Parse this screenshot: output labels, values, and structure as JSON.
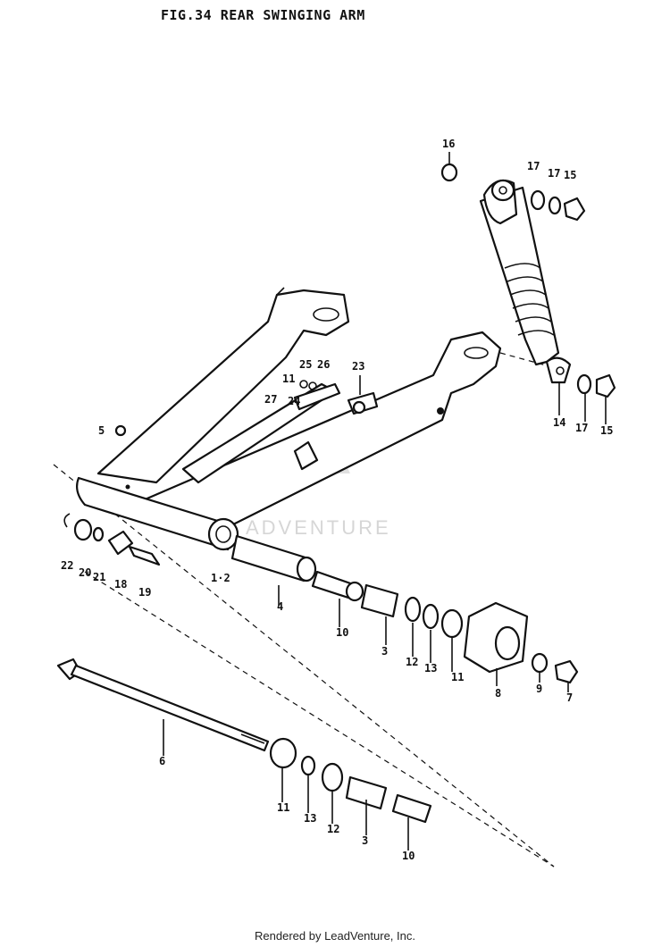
{
  "title": "FIG.34  REAR SWINGING ARM",
  "watermark": "ADVENTURE",
  "footer": "Rendered by LeadVenture, Inc.",
  "callouts": [
    "16",
    "17",
    "17",
    "15",
    "25",
    "26",
    "23",
    "11",
    "27",
    "24",
    "14",
    "17",
    "15",
    "5",
    "22",
    "20",
    "21",
    "18",
    "19",
    "1·2",
    "4",
    "10",
    "3",
    "12",
    "13",
    "11",
    "8",
    "9",
    "7",
    "6",
    "11",
    "13",
    "12",
    "3",
    "10"
  ]
}
